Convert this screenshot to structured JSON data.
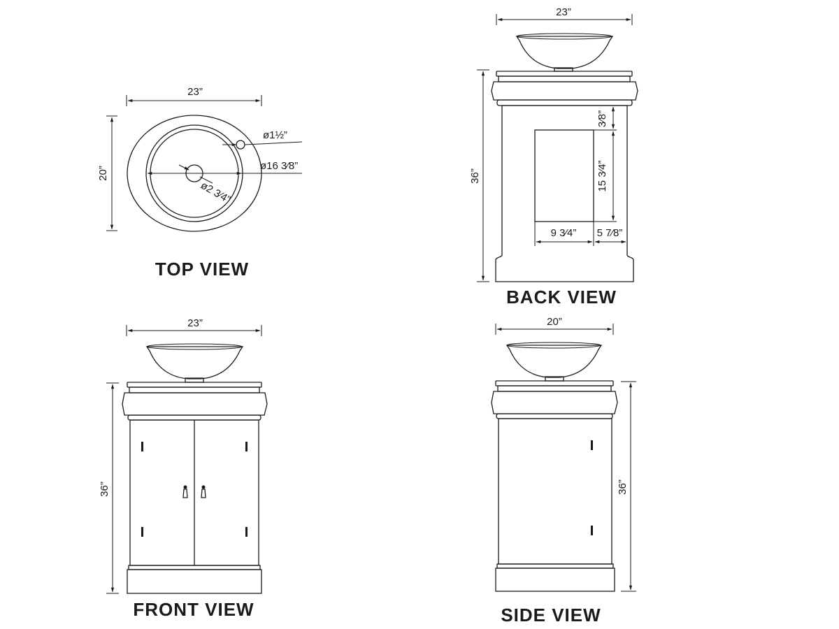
{
  "views": {
    "top": {
      "title": "TOP VIEW",
      "width_label": "23”",
      "depth_label": "20”",
      "overflow_label": "ø1½”",
      "bowl_label": "ø16 3⁄8”",
      "drain_label": "ø2 3⁄4”"
    },
    "back": {
      "title": "BACK VIEW",
      "width_label": "23”",
      "height_label": "36”",
      "top_gap_label": "3⁄8”",
      "opening_height_label": "15 3⁄4”",
      "opening_width_label": "9 3⁄4”",
      "side_gap_label": "5 7⁄8”"
    },
    "front": {
      "title": "FRONT VIEW",
      "width_label": "23”",
      "height_label": "36”"
    },
    "side": {
      "title": "SIDE VIEW",
      "width_label": "20”",
      "height_label": "36”"
    }
  }
}
